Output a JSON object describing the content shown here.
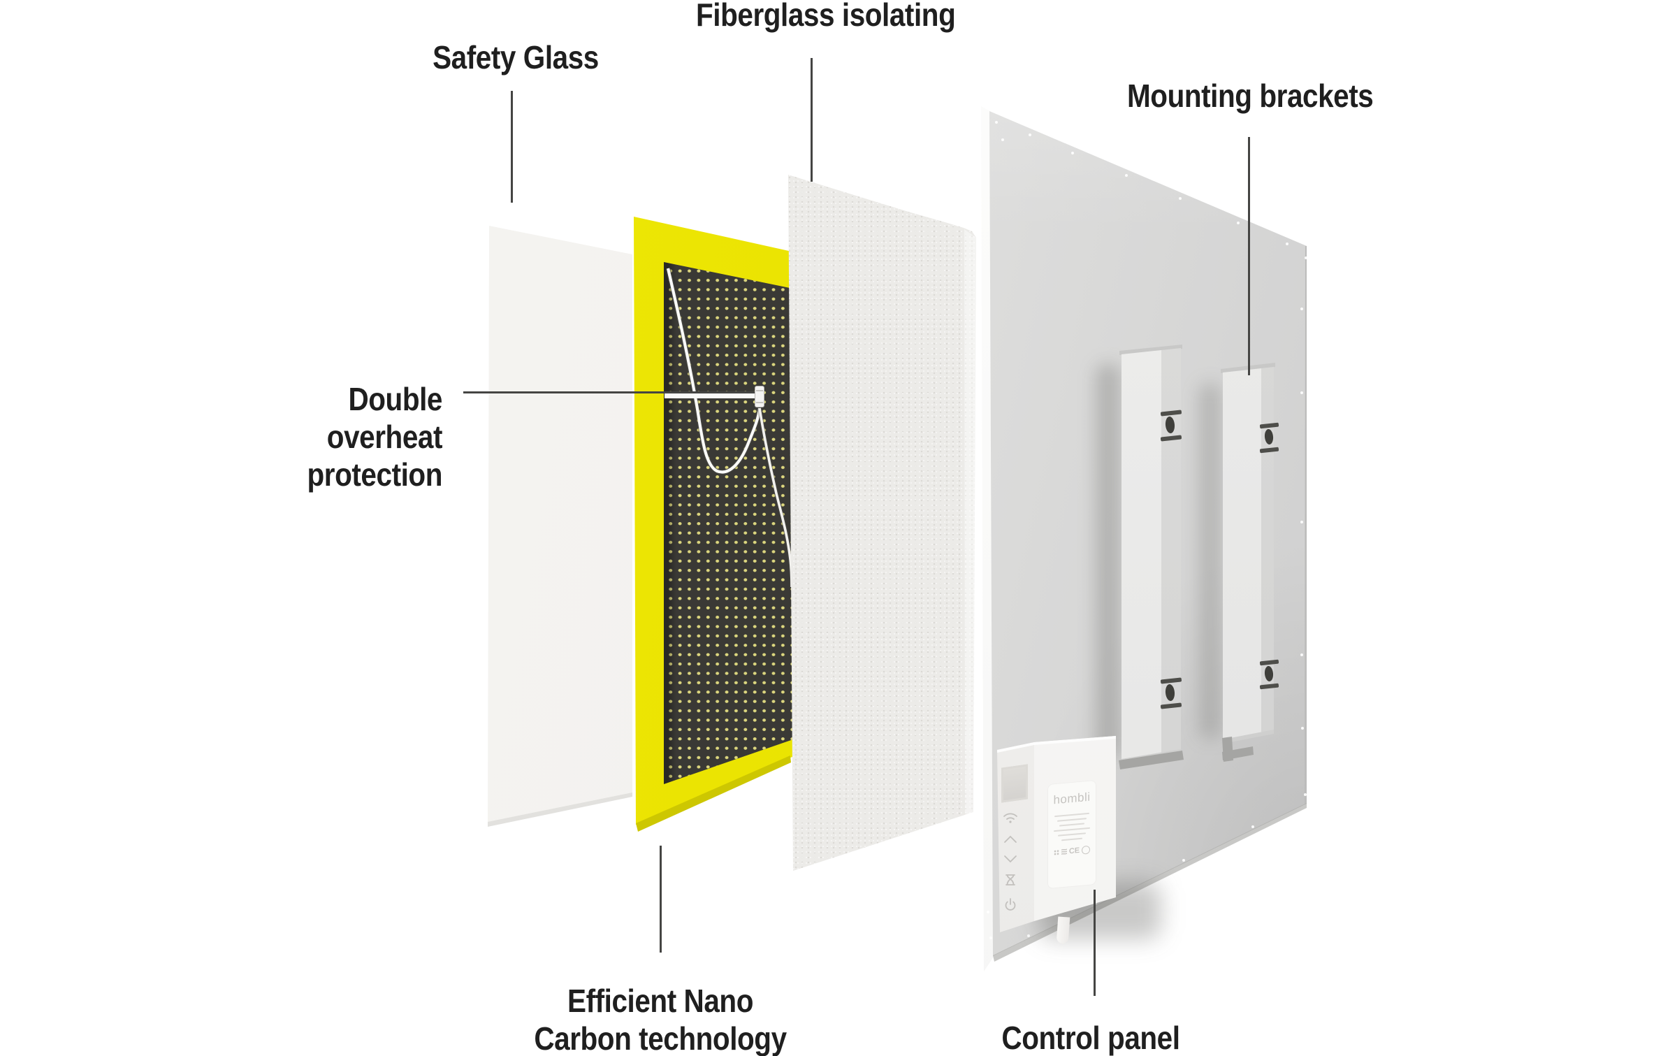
{
  "labels": {
    "safety_glass": "Safety Glass",
    "fiberglass_isolating": "Fiberglass isolating",
    "mounting_brackets": "Mounting brackets",
    "double_overheat_protection": {
      "line1": "Double",
      "line2": "overheat",
      "line3": "protection"
    },
    "efficient_nano": {
      "line1": "Efficient Nano",
      "line2": "Carbon technology"
    },
    "control_panel": "Control panel"
  },
  "device": {
    "brand": "hombli",
    "cert_mark": "CE",
    "icons": [
      "wifi-icon",
      "chevron-up-icon",
      "chevron-down-icon",
      "timer-icon",
      "power-icon"
    ]
  },
  "colors": {
    "accent_yellow": "#ebe402",
    "heater_black": "#3a3935",
    "heater_dot_yellow": "#dcd67e",
    "label_text": "#1f1f1f",
    "pointer_line": "#454543",
    "back_panel_gray": "#d5d5d4",
    "background": "#ffffff"
  }
}
